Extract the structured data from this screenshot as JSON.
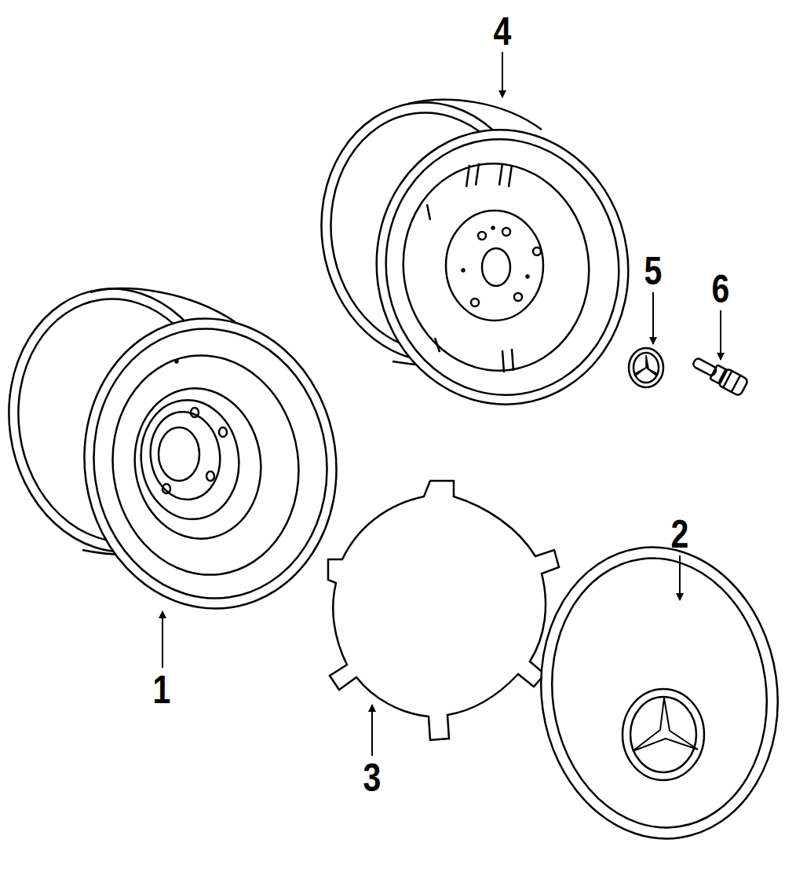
{
  "diagram": {
    "labels": [
      "4",
      "5",
      "6",
      "1",
      "2",
      "3"
    ]
  }
}
